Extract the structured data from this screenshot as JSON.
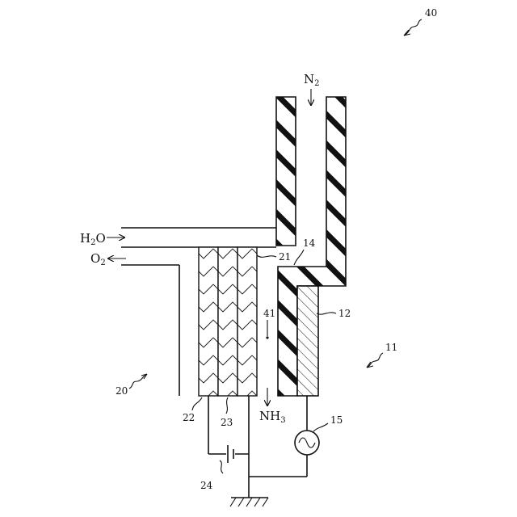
{
  "figure": {
    "ref_numbers": {
      "device": "40",
      "reactor": "11",
      "electrode": "12",
      "gap": "14",
      "ac_power": "15",
      "cell": "20",
      "cathode": "21",
      "anode": "22",
      "electrolyte": "23",
      "dc_power": "24",
      "inner_space": "41"
    },
    "flows": {
      "nitrogen": {
        "main": "N",
        "sub": "2"
      },
      "water": {
        "main": "H",
        "sub": "2",
        "rest": "O"
      },
      "oxygen": {
        "main": "O",
        "sub": "2"
      },
      "ammonia": {
        "main": "NH",
        "sub": "3"
      }
    },
    "colors": {
      "ink": "#111111",
      "background": "#ffffff"
    }
  }
}
